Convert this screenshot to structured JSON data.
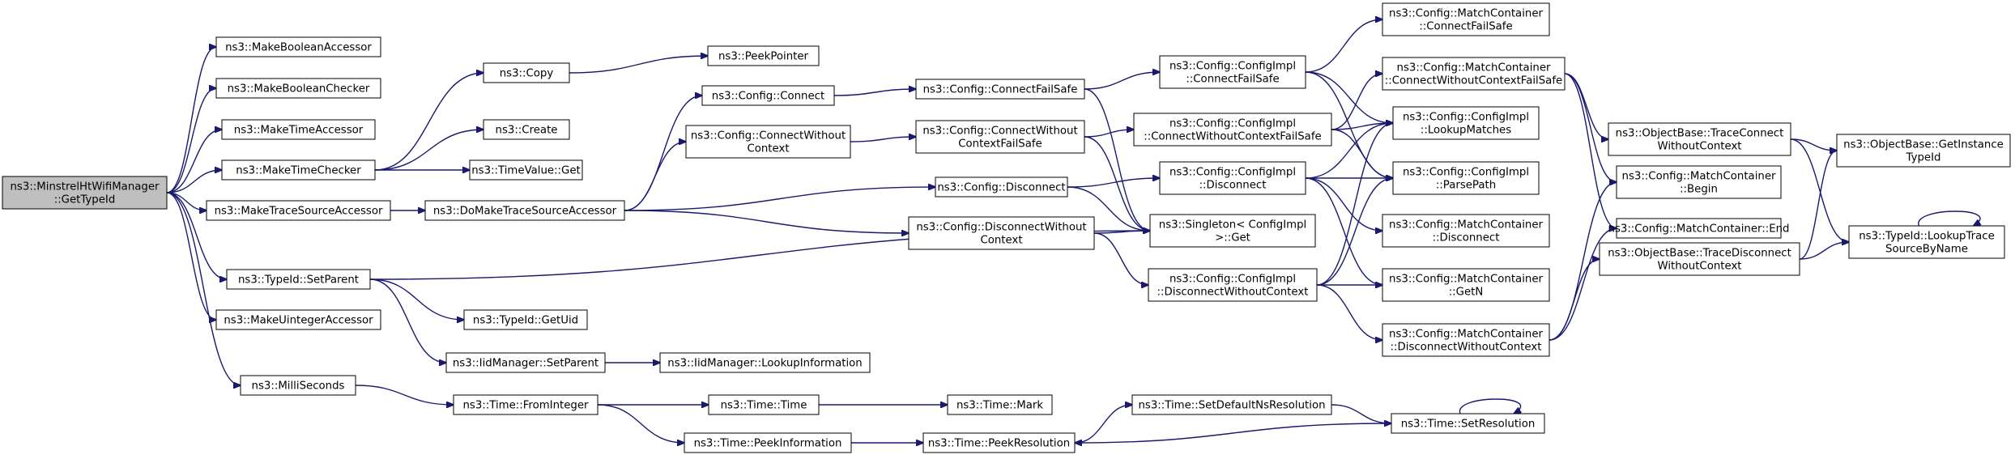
{
  "diagram": {
    "title": "",
    "colors": {
      "edge": "#191970",
      "border": "#000000",
      "root_fill": "#bfbfbf",
      "node_fill": "#ffffff"
    },
    "nodes": [
      {
        "id": "root",
        "lines": [
          "ns3::MinstrelHtWifiManager",
          "::GetTypeId"
        ],
        "root": true
      },
      {
        "id": "mk_bool_acc",
        "lines": [
          "ns3::MakeBooleanAccessor"
        ]
      },
      {
        "id": "mk_bool_chk",
        "lines": [
          "ns3::MakeBooleanChecker"
        ]
      },
      {
        "id": "mk_time_acc",
        "lines": [
          "ns3::MakeTimeAccessor"
        ]
      },
      {
        "id": "mk_time_chk",
        "lines": [
          "ns3::MakeTimeChecker"
        ]
      },
      {
        "id": "mk_trace_src",
        "lines": [
          "ns3::MakeTraceSourceAccessor"
        ]
      },
      {
        "id": "typeid_setparent",
        "lines": [
          "ns3::TypeId::SetParent"
        ]
      },
      {
        "id": "mk_uint_acc",
        "lines": [
          "ns3::MakeUintegerAccessor"
        ]
      },
      {
        "id": "milliseconds",
        "lines": [
          "ns3::MilliSeconds"
        ]
      },
      {
        "id": "copy",
        "lines": [
          "ns3::Copy"
        ]
      },
      {
        "id": "peekpointer",
        "lines": [
          "ns3::PeekPointer"
        ]
      },
      {
        "id": "create",
        "lines": [
          "ns3::Create"
        ]
      },
      {
        "id": "timevalue_get",
        "lines": [
          "ns3::TimeValue::Get"
        ]
      },
      {
        "id": "do_mk_trace",
        "lines": [
          "ns3::DoMakeTraceSourceAccessor"
        ]
      },
      {
        "id": "typeid_getuid",
        "lines": [
          "ns3::TypeId::GetUid"
        ]
      },
      {
        "id": "iid_setparent",
        "lines": [
          "ns3::IidManager::SetParent"
        ]
      },
      {
        "id": "iid_lookupinfo",
        "lines": [
          "ns3::IidManager::LookupInformation"
        ]
      },
      {
        "id": "time_fromint",
        "lines": [
          "ns3::Time::FromInteger"
        ]
      },
      {
        "id": "time_time",
        "lines": [
          "ns3::Time::Time"
        ]
      },
      {
        "id": "time_mark",
        "lines": [
          "ns3::Time::Mark"
        ]
      },
      {
        "id": "time_peekinfo",
        "lines": [
          "ns3::Time::PeekInformation"
        ]
      },
      {
        "id": "time_peekres",
        "lines": [
          "ns3::Time::PeekResolution"
        ]
      },
      {
        "id": "time_setdefres",
        "lines": [
          "ns3::Time::SetDefaultNsResolution"
        ]
      },
      {
        "id": "time_setres",
        "lines": [
          "ns3::Time::SetResolution"
        ]
      },
      {
        "id": "cfg_connect",
        "lines": [
          "ns3::Config::Connect"
        ]
      },
      {
        "id": "cfg_connect_wo",
        "lines": [
          "ns3::Config::ConnectWithout",
          "Context"
        ]
      },
      {
        "id": "cfg_disconnect",
        "lines": [
          "ns3::Config::Disconnect"
        ]
      },
      {
        "id": "cfg_disconnect_wo",
        "lines": [
          "ns3::Config::DisconnectWithout",
          "Context"
        ]
      },
      {
        "id": "cfg_connectfs",
        "lines": [
          "ns3::Config::ConnectFailSafe"
        ]
      },
      {
        "id": "cfg_connect_wo_fs",
        "lines": [
          "ns3::Config::ConnectWithout",
          "ContextFailSafe"
        ]
      },
      {
        "id": "impl_connectfs",
        "lines": [
          "ns3::Config::ConfigImpl",
          "::ConnectFailSafe"
        ]
      },
      {
        "id": "impl_connect_wo_fs",
        "lines": [
          "ns3::Config::ConfigImpl",
          "::ConnectWithoutContextFailSafe"
        ]
      },
      {
        "id": "impl_disconnect",
        "lines": [
          "ns3::Config::ConfigImpl",
          "::Disconnect"
        ]
      },
      {
        "id": "singleton_get",
        "lines": [
          "ns3::Singleton< ConfigImpl",
          " >::Get"
        ]
      },
      {
        "id": "impl_disconnect_wo",
        "lines": [
          "ns3::Config::ConfigImpl",
          "::DisconnectWithoutContext"
        ]
      },
      {
        "id": "mc_connectfs",
        "lines": [
          "ns3::Config::MatchContainer",
          "::ConnectFailSafe"
        ]
      },
      {
        "id": "mc_connect_wo_fs",
        "lines": [
          "ns3::Config::MatchContainer",
          "::ConnectWithoutContextFailSafe"
        ]
      },
      {
        "id": "impl_lookupmatches",
        "lines": [
          "ns3::Config::ConfigImpl",
          "::LookupMatches"
        ]
      },
      {
        "id": "impl_parsepath",
        "lines": [
          "ns3::Config::ConfigImpl",
          "::ParsePath"
        ]
      },
      {
        "id": "mc_disconnect",
        "lines": [
          "ns3::Config::MatchContainer",
          "::Disconnect"
        ]
      },
      {
        "id": "mc_getn",
        "lines": [
          "ns3::Config::MatchContainer",
          "::GetN"
        ]
      },
      {
        "id": "mc_disconnect_wo",
        "lines": [
          "ns3::Config::MatchContainer",
          "::DisconnectWithoutContext"
        ]
      },
      {
        "id": "ob_traceconnect_wo",
        "lines": [
          "ns3::ObjectBase::TraceConnect",
          "WithoutContext"
        ]
      },
      {
        "id": "mc_begin",
        "lines": [
          "ns3::Config::MatchContainer",
          "::Begin"
        ]
      },
      {
        "id": "mc_end",
        "lines": [
          "ns3::Config::MatchContainer::End"
        ]
      },
      {
        "id": "ob_tracedisconnect_wo",
        "lines": [
          "ns3::ObjectBase::TraceDisconnect",
          "WithoutContext"
        ]
      },
      {
        "id": "ob_getinstancetypeid",
        "lines": [
          "ns3::ObjectBase::GetInstance",
          "TypeId"
        ]
      },
      {
        "id": "typeid_lookuptrace",
        "lines": [
          "ns3::TypeId::LookupTrace",
          "SourceByName"
        ]
      }
    ],
    "edges": [
      [
        "root",
        "mk_bool_acc"
      ],
      [
        "root",
        "mk_bool_chk"
      ],
      [
        "root",
        "mk_time_acc"
      ],
      [
        "root",
        "mk_time_chk"
      ],
      [
        "root",
        "mk_trace_src"
      ],
      [
        "root",
        "typeid_setparent"
      ],
      [
        "root",
        "mk_uint_acc"
      ],
      [
        "root",
        "milliseconds"
      ],
      [
        "mk_time_chk",
        "copy"
      ],
      [
        "mk_time_chk",
        "create"
      ],
      [
        "mk_time_chk",
        "timevalue_get"
      ],
      [
        "copy",
        "peekpointer"
      ],
      [
        "mk_trace_src",
        "do_mk_trace"
      ],
      [
        "do_mk_trace",
        "cfg_connect"
      ],
      [
        "do_mk_trace",
        "cfg_connect_wo"
      ],
      [
        "do_mk_trace",
        "cfg_disconnect"
      ],
      [
        "do_mk_trace",
        "cfg_disconnect_wo"
      ],
      [
        "typeid_setparent",
        "singleton_get"
      ],
      [
        "typeid_setparent",
        "typeid_getuid"
      ],
      [
        "typeid_setparent",
        "iid_setparent"
      ],
      [
        "iid_setparent",
        "iid_lookupinfo"
      ],
      [
        "milliseconds",
        "time_fromint"
      ],
      [
        "time_fromint",
        "time_time"
      ],
      [
        "time_fromint",
        "time_peekinfo"
      ],
      [
        "time_time",
        "time_mark"
      ],
      [
        "time_peekinfo",
        "time_peekres"
      ],
      [
        "time_setdefres",
        "time_setres"
      ],
      [
        "time_setres",
        "time_setres"
      ],
      [
        "time_setres",
        "time_peekres"
      ],
      [
        "time_peekres",
        "time_setdefres"
      ],
      [
        "cfg_connect",
        "cfg_connectfs"
      ],
      [
        "cfg_connect_wo",
        "cfg_connect_wo_fs"
      ],
      [
        "cfg_connectfs",
        "impl_connectfs"
      ],
      [
        "cfg_connectfs",
        "singleton_get"
      ],
      [
        "cfg_connect_wo_fs",
        "impl_connect_wo_fs"
      ],
      [
        "cfg_connect_wo_fs",
        "singleton_get"
      ],
      [
        "cfg_disconnect",
        "impl_disconnect"
      ],
      [
        "cfg_disconnect",
        "singleton_get"
      ],
      [
        "cfg_disconnect_wo",
        "singleton_get"
      ],
      [
        "cfg_disconnect_wo",
        "impl_disconnect_wo"
      ],
      [
        "impl_connectfs",
        "mc_connectfs"
      ],
      [
        "impl_connectfs",
        "impl_lookupmatches"
      ],
      [
        "impl_connectfs",
        "impl_parsepath"
      ],
      [
        "impl_connect_wo_fs",
        "mc_connect_wo_fs"
      ],
      [
        "impl_connect_wo_fs",
        "impl_lookupmatches"
      ],
      [
        "impl_connect_wo_fs",
        "impl_parsepath"
      ],
      [
        "impl_disconnect",
        "impl_lookupmatches"
      ],
      [
        "impl_disconnect",
        "impl_parsepath"
      ],
      [
        "impl_disconnect",
        "mc_disconnect"
      ],
      [
        "impl_disconnect",
        "mc_getn"
      ],
      [
        "impl_disconnect_wo",
        "impl_lookupmatches"
      ],
      [
        "impl_disconnect_wo",
        "impl_parsepath"
      ],
      [
        "impl_disconnect_wo",
        "mc_getn"
      ],
      [
        "impl_disconnect_wo",
        "mc_disconnect_wo"
      ],
      [
        "mc_connect_wo_fs",
        "ob_traceconnect_wo"
      ],
      [
        "mc_connect_wo_fs",
        "mc_begin"
      ],
      [
        "mc_connect_wo_fs",
        "mc_end"
      ],
      [
        "mc_disconnect_wo",
        "mc_begin"
      ],
      [
        "mc_disconnect_wo",
        "mc_end"
      ],
      [
        "mc_disconnect_wo",
        "ob_tracedisconnect_wo"
      ],
      [
        "ob_traceconnect_wo",
        "ob_getinstancetypeid"
      ],
      [
        "ob_traceconnect_wo",
        "typeid_lookuptrace"
      ],
      [
        "ob_tracedisconnect_wo",
        "ob_getinstancetypeid"
      ],
      [
        "ob_tracedisconnect_wo",
        "typeid_lookuptrace"
      ],
      [
        "typeid_lookuptrace",
        "typeid_lookuptrace"
      ]
    ]
  }
}
